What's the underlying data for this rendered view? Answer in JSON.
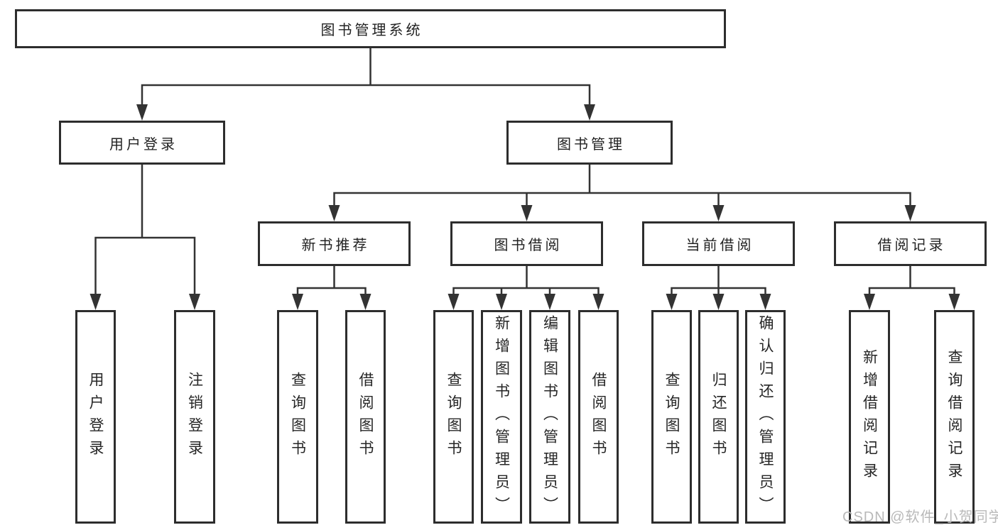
{
  "tree": {
    "root": "图书管理系统",
    "user": {
      "label": "用户登录",
      "children": [
        "用户登录",
        "注销登录"
      ]
    },
    "mgmt": {
      "label": "图书管理",
      "groups": [
        {
          "label": "新书推荐",
          "children": [
            "查询图书",
            "借阅图书"
          ]
        },
        {
          "label": "图书借阅",
          "children": [
            "查询图书",
            "新增图书（管理员）",
            "编辑图书（管理员）",
            "借阅图书"
          ]
        },
        {
          "label": "当前借阅",
          "children": [
            "查询图书",
            "归还图书",
            "确认归还（管理员）"
          ]
        },
        {
          "label": "借阅记录",
          "children": [
            "新增借阅记录",
            "查询借阅记录"
          ]
        }
      ]
    }
  },
  "watermark": "CSDN @软件_小贺同学",
  "colors": {
    "line": "#333333",
    "border": "#2d2d2d",
    "watermark": "#b9b9b9"
  }
}
